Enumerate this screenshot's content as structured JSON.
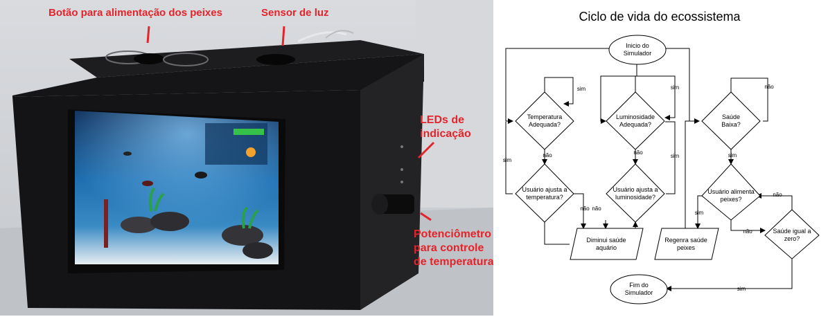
{
  "photo": {
    "annotations": {
      "feed_button": "Botão para alimentação dos peixes",
      "light_sensor": "Sensor de luz",
      "leds_line1": "LEDs de",
      "leds_line2": "indicação",
      "pot_line1": "Potenciômetro",
      "pot_line2": "para controle",
      "pot_line3": "de temperatura"
    },
    "accent_color": "#e3242b"
  },
  "diagram": {
    "title": "Ciclo de vida do ecossistema",
    "nodes": {
      "start": [
        "Inicio do",
        "Simulador"
      ],
      "temp_ok": [
        "Temperatura",
        "Adequada?"
      ],
      "light_ok": [
        "Luminosidade",
        "Adequada?"
      ],
      "health_low": [
        "Saúde",
        "Baixa?"
      ],
      "user_temp": [
        "Usuário ajusta a",
        "temperatura?"
      ],
      "user_light": [
        "Usuário ajusta a",
        "luminosidade?"
      ],
      "user_feed": [
        "Usuário alimenta",
        "peixes?"
      ],
      "decrease_health": [
        "Diminui saúde",
        "aquário"
      ],
      "regen_health": [
        "Regenra saúde",
        "peixes"
      ],
      "health_zero": [
        "Saúde igual a",
        "zero?"
      ],
      "end": [
        "Fim do",
        "Simulador"
      ]
    },
    "labels": {
      "yes": "sim",
      "no": "não"
    }
  }
}
